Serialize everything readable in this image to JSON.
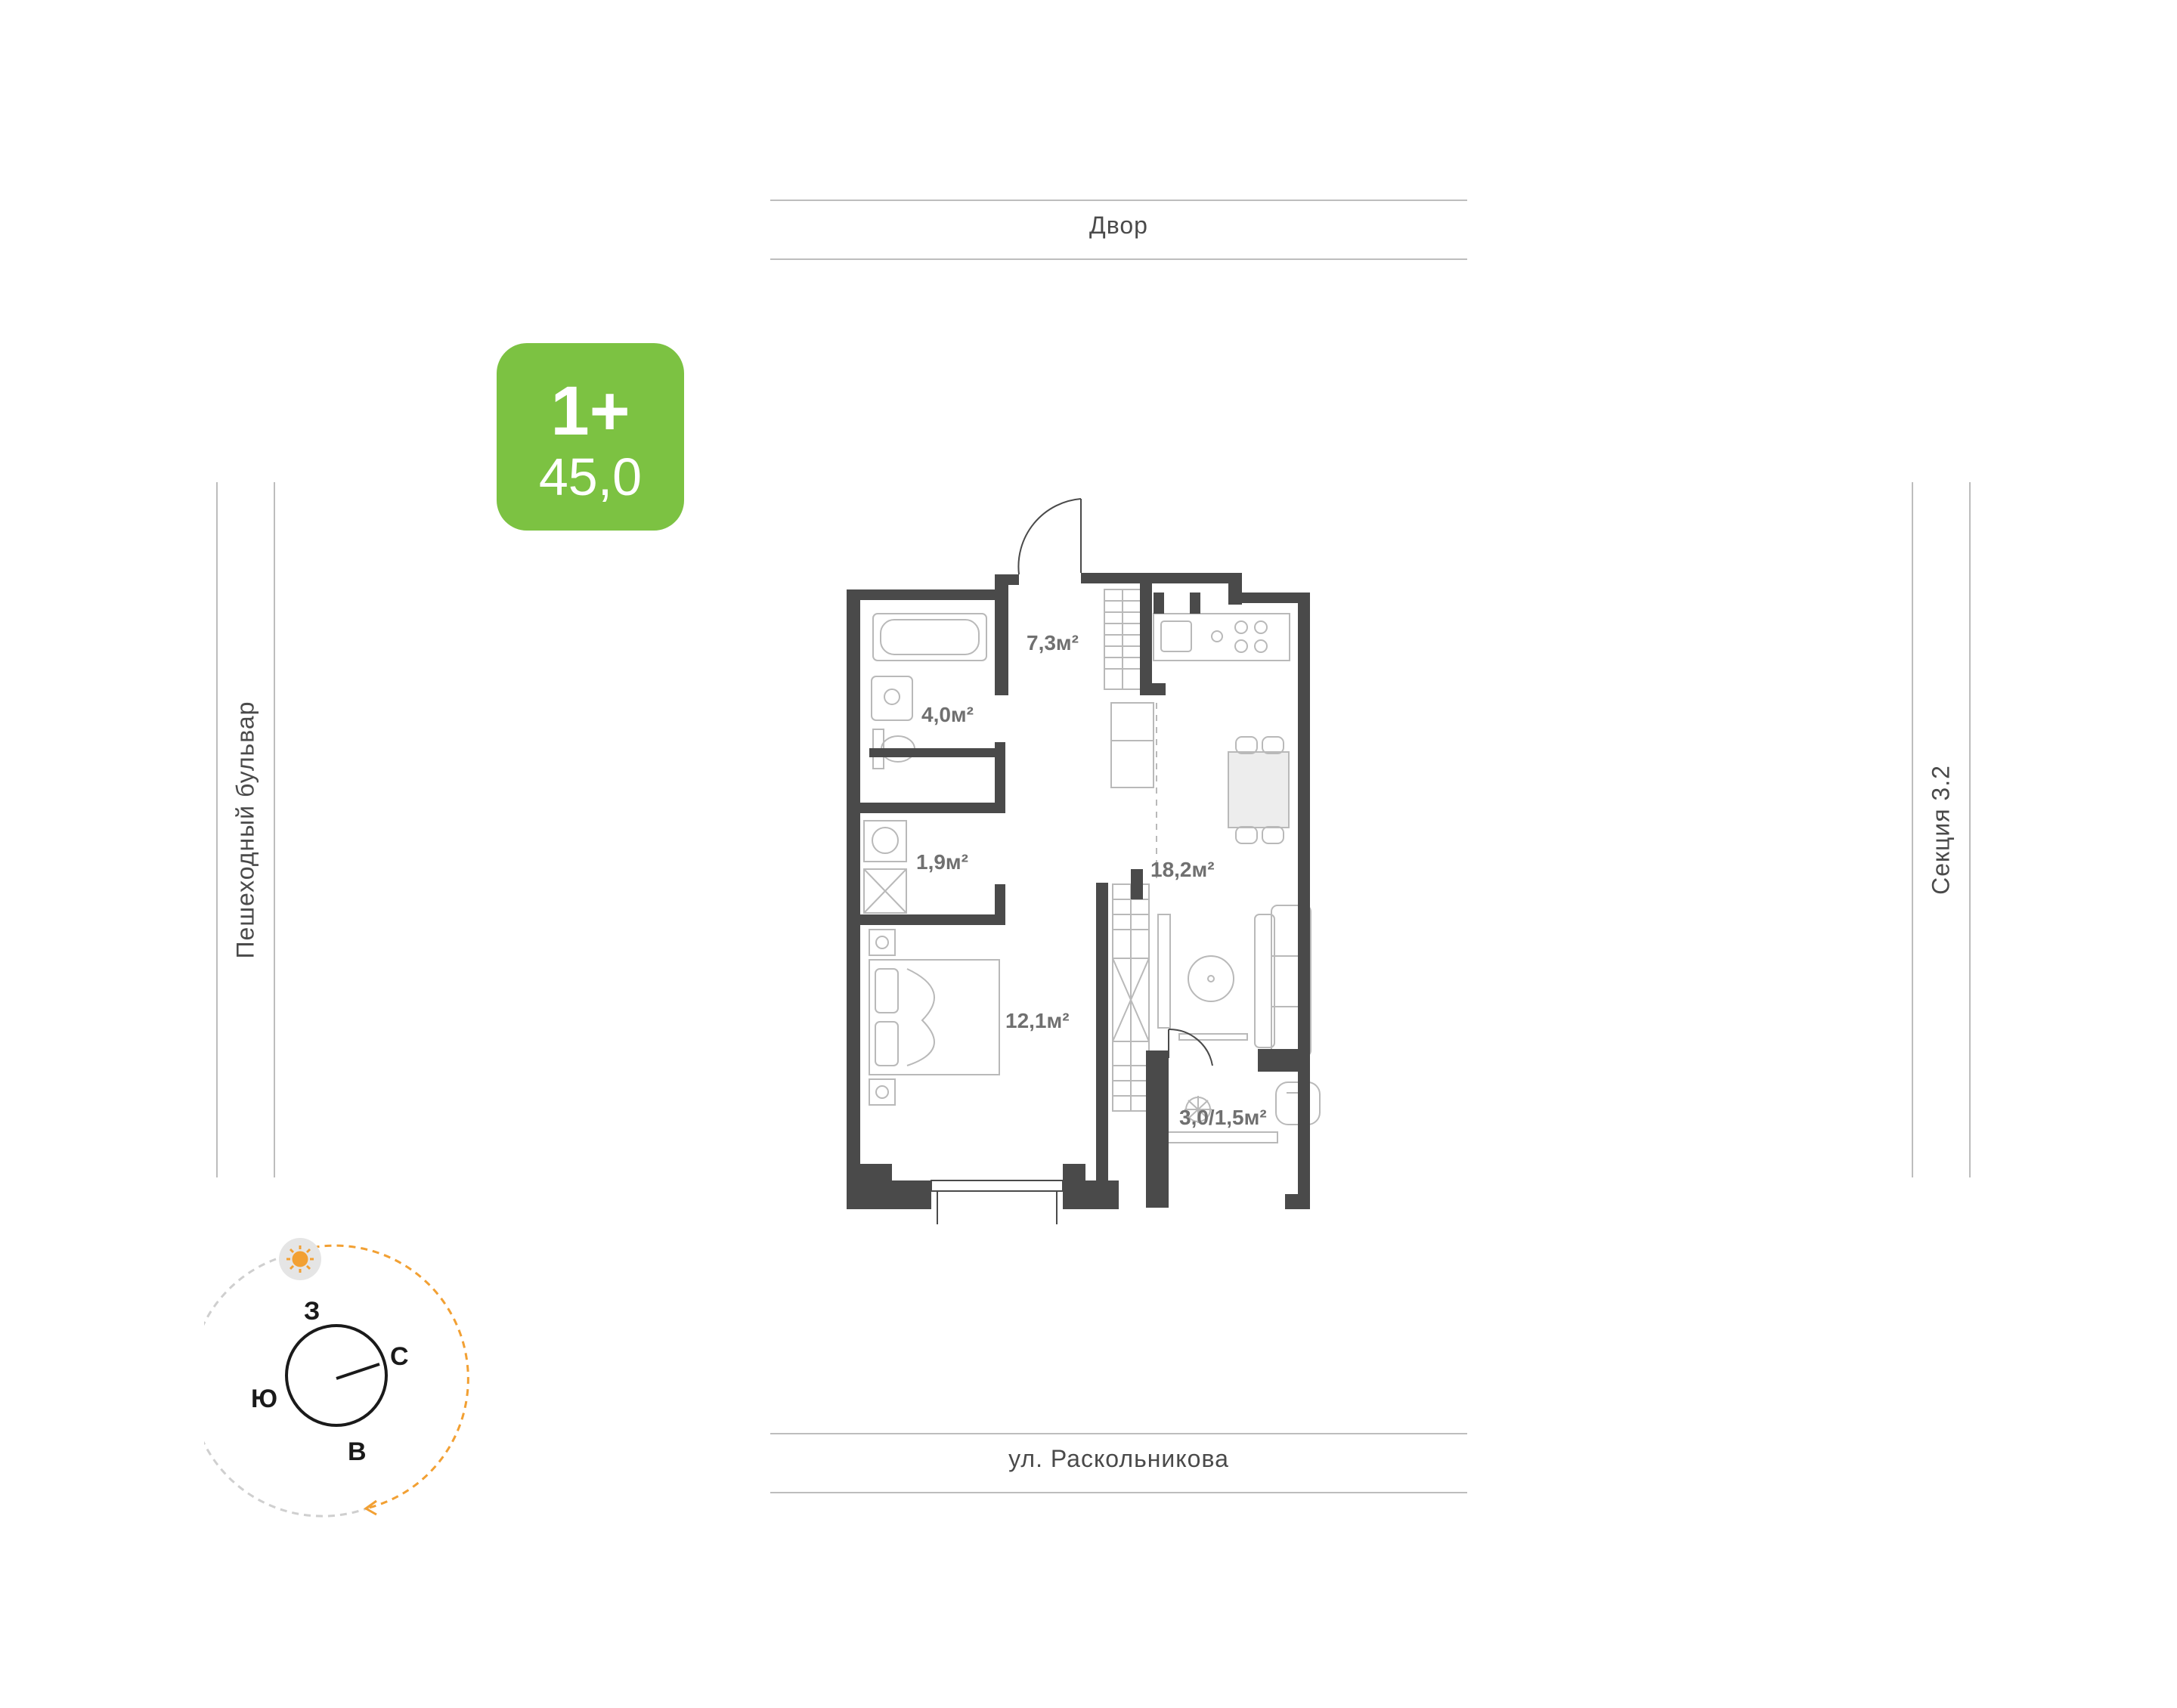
{
  "apartment": {
    "type": "1+",
    "area": "45,0"
  },
  "streets": {
    "top": "Двор",
    "bottom": "ул. Раскольникова",
    "left": "Пешеходный бульвар",
    "right": "Секция 3.2"
  },
  "rooms": {
    "hall": "7,3м²",
    "bathroom": "4,0м²",
    "laundry": "1,9м²",
    "bedroom": "12,1м²",
    "living": "18,2м²",
    "balcony": "3,0/1,5м²"
  },
  "compass": {
    "west": "З",
    "north": "С",
    "south": "Ю",
    "east": "В"
  },
  "colors": {
    "accent": "#7cc242",
    "wall": "#4a4a4a",
    "sun_path": "#f2a033"
  }
}
